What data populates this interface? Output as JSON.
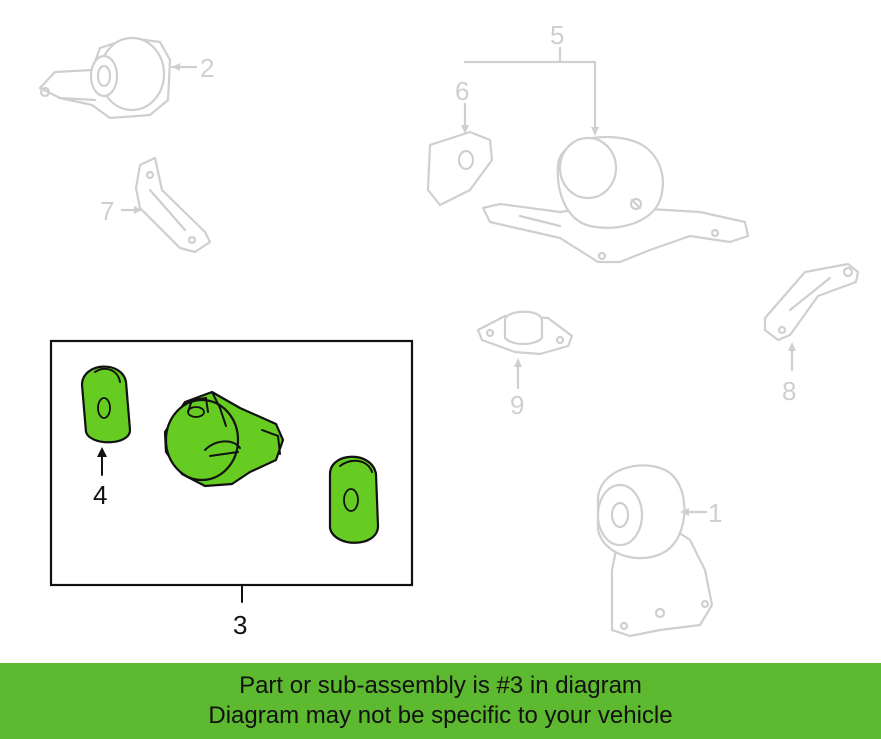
{
  "diagram": {
    "callouts": [
      {
        "id": "1",
        "text": "1",
        "highlighted": false
      },
      {
        "id": "2",
        "text": "2",
        "highlighted": false
      },
      {
        "id": "3",
        "text": "3",
        "highlighted": true
      },
      {
        "id": "4",
        "text": "4",
        "highlighted": true
      },
      {
        "id": "5",
        "text": "5",
        "highlighted": false
      },
      {
        "id": "6",
        "text": "6",
        "highlighted": false
      },
      {
        "id": "7",
        "text": "7",
        "highlighted": false
      },
      {
        "id": "8",
        "text": "8",
        "highlighted": false
      },
      {
        "id": "9",
        "text": "9",
        "highlighted": false
      }
    ],
    "highlight_color": "#66cc22",
    "ghost_color": "#cfcfcf"
  },
  "footer": {
    "line1": "Part or sub-assembly is #3 in diagram",
    "line2": "Diagram may not be specific to your vehicle",
    "background": "#5db930"
  }
}
